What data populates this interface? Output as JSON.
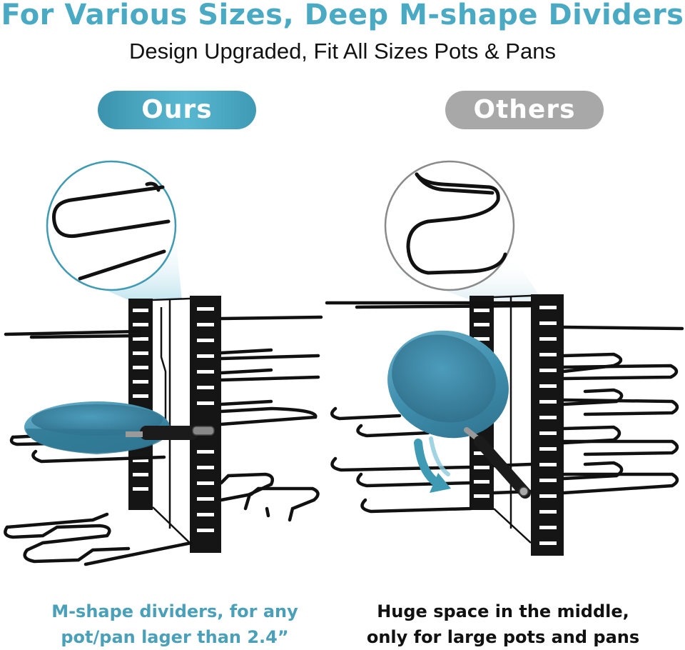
{
  "header": {
    "title": "For Various Sizes, Deep M-shape Dividers",
    "subtitle": "Design Upgraded, Fit All Sizes Pots & Pans"
  },
  "comparison": {
    "ours_label": "Ours",
    "others_label": "Others",
    "ours_caption_line1": "M-shape dividers, for any",
    "ours_caption_line2": "pot/pan lager than 2.4”",
    "others_caption_line1": "Huge space in the middle,",
    "others_caption_line2": "only for large pots and pans"
  },
  "colors": {
    "accent": "#4aaac3",
    "others_gray": "#a8a8a8",
    "pan_blue": "#3f8fae",
    "rack_black": "#111111"
  },
  "icons": {
    "ours_zoom": "m-shape-wire-closeup",
    "others_zoom": "s-shape-wire-closeup",
    "arrow": "curved-arrow-icon"
  }
}
